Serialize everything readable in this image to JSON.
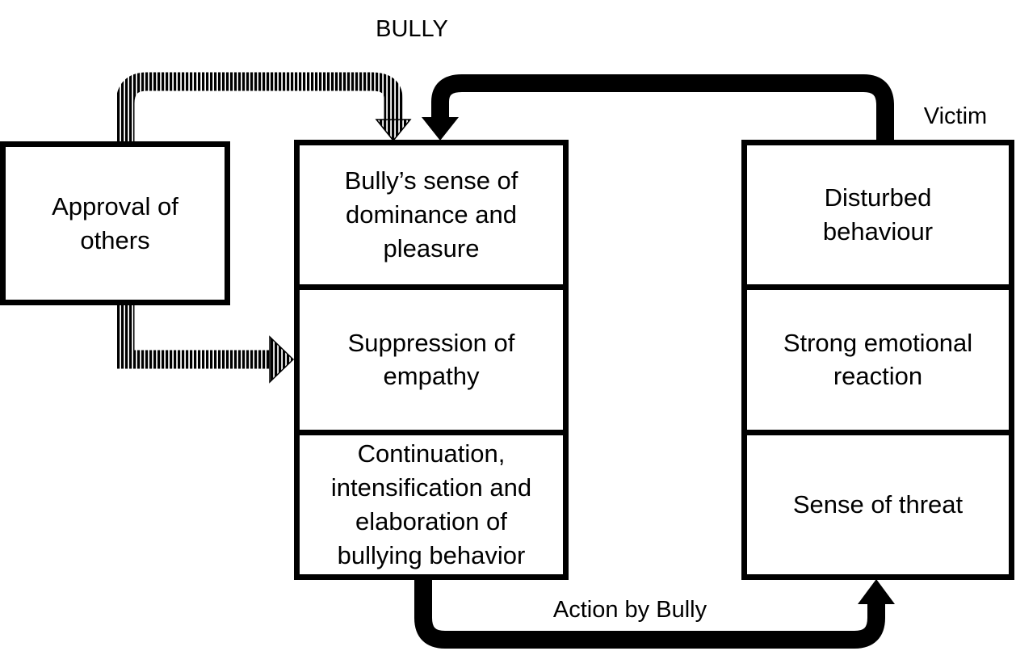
{
  "labels": {
    "bully": "BULLY",
    "victim": "Victim",
    "action_by_bully": "Action by Bully"
  },
  "boxes": {
    "approval": "Approval of\nothers",
    "dominance": "Bully’s sense of\ndominance and\npleasure",
    "suppression": "Suppression of\nempathy",
    "continuation": "Continuation,\nintensification and\nelaboration of\nbullying behavior",
    "disturbed": "Disturbed\nbehaviour",
    "strong_emotional": "Strong emotional\nreaction",
    "sense_of_threat": "Sense of threat"
  },
  "arrows": [
    {
      "from": "approval-of-others",
      "to": "bullys-sense-of-dominance",
      "style": "striped",
      "direction": "down"
    },
    {
      "from": "approval-of-others",
      "to": "suppression-of-empathy",
      "style": "striped",
      "direction": "right"
    },
    {
      "from": "victim-column",
      "to": "bullys-sense-of-dominance",
      "style": "solid",
      "direction": "down"
    },
    {
      "from": "continuation-of-bullying",
      "to": "sense-of-threat",
      "style": "solid",
      "direction": "up",
      "label": "Action by Bully"
    }
  ],
  "colors": {
    "ink": "#000000",
    "background": "#ffffff"
  }
}
